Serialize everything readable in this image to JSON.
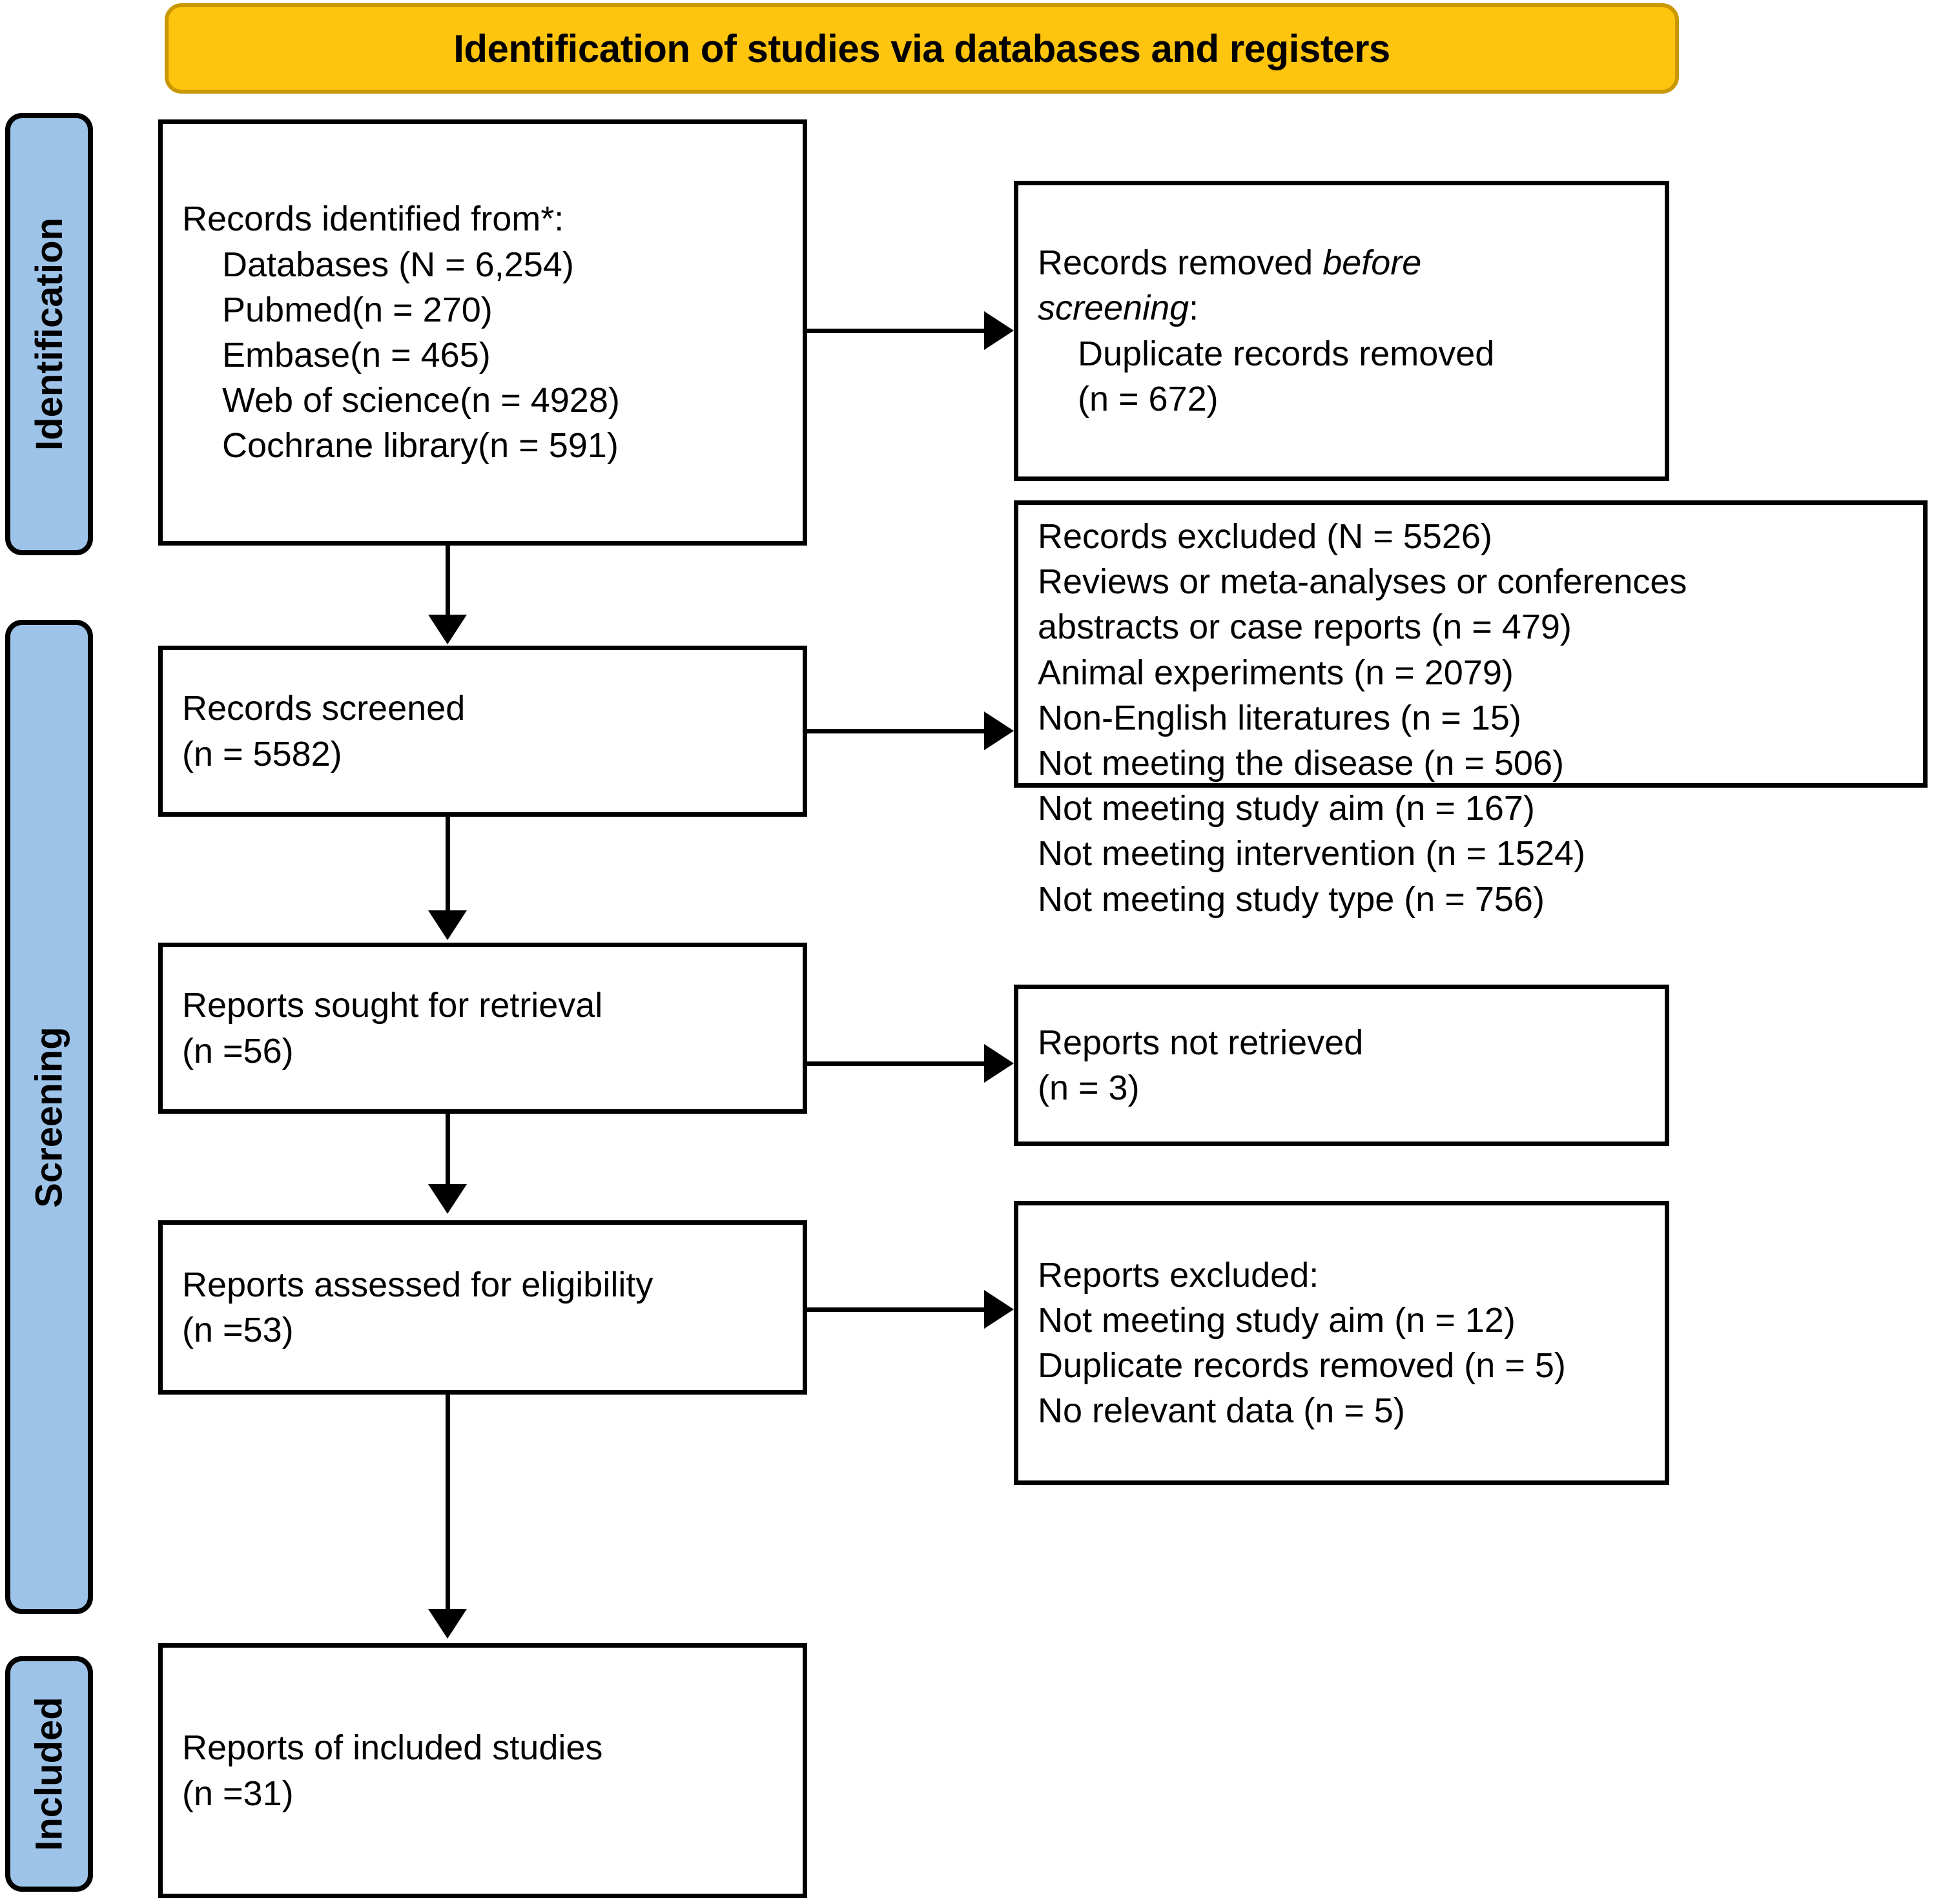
{
  "banner": {
    "title": "Identification of studies via databases and registers"
  },
  "stages": [
    {
      "key": "identification",
      "label": "Identification"
    },
    {
      "key": "screening",
      "label": "Screening"
    },
    {
      "key": "included",
      "label": "Included"
    }
  ],
  "boxes": {
    "identified": {
      "heading": "Records identified from*:",
      "items": [
        "Databases (N = 6,254)",
        "Pubmed(n = 270)",
        "Embase(n = 465)",
        "Web of science(n = 4928)",
        "Cochrane library(n = 591)"
      ]
    },
    "removed_before_screening": {
      "line1_prefix": "Records removed ",
      "line1_italic": "before",
      "line2_italic": "screening",
      "line2_suffix": ":",
      "items": [
        "Duplicate records removed",
        "(n = 672)"
      ]
    },
    "screened": {
      "line1": "Records screened",
      "line2": "(n = 5582)"
    },
    "records_excluded": {
      "lines": [
        "Records excluded (N = 5526)",
        "Reviews or meta-analyses or conferences",
        "abstracts or case reports (n = 479)",
        "Animal experiments (n = 2079)",
        "Non-English literatures (n = 15)",
        "Not meeting the disease (n = 506)",
        "Not meeting study aim (n = 167)",
        "Not meeting intervention (n = 1524)",
        "Not meeting study type (n = 756)"
      ]
    },
    "sought_for_retrieval": {
      "line1": "Reports sought for retrieval",
      "line2": "(n =56)"
    },
    "not_retrieved": {
      "line1": "Reports not retrieved",
      "line2": "(n = 3)"
    },
    "assessed_for_eligibility": {
      "line1": "Reports assessed for eligibility",
      "line2": "(n =53)"
    },
    "reports_excluded": {
      "lines": [
        "Reports excluded:",
        "Not meeting study aim (n = 12)",
        "Duplicate records removed (n = 5)",
        "No relevant data (n = 5)"
      ]
    },
    "included_studies": {
      "line1": "Reports of included studies",
      "line2": "(n =31)"
    }
  },
  "colors": {
    "banner_fill": "#FFC40D",
    "banner_border": "#C99700",
    "stage_fill": "#9DC3E9",
    "stroke": "#000000"
  }
}
